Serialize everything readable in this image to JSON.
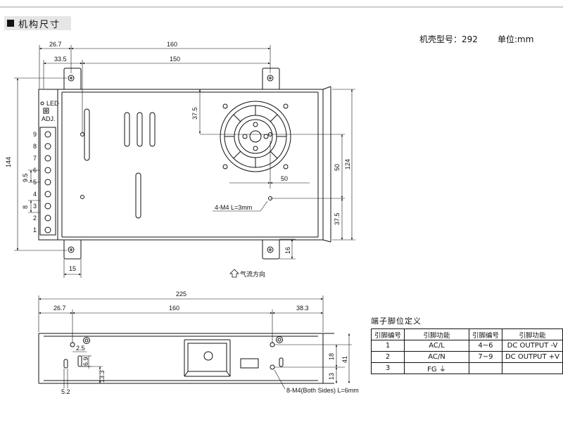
{
  "header": {
    "title": "机构尺寸",
    "model_label": "机壳型号：292",
    "unit_label": "单位:mm"
  },
  "top_view": {
    "dims": {
      "d_26_7": "26.7",
      "d_160": "160",
      "d_33_5": "33.5",
      "d_150": "150",
      "d_144": "144",
      "d_37_5_a": "37.5",
      "d_50_h": "50",
      "d_50_v": "50",
      "d_124": "124",
      "d_37_5_b": "37.5",
      "d_16": "16",
      "d_15": "15",
      "d_9_5": "9.5",
      "d_8": "8"
    },
    "led_label": "LED",
    "adj_label": "ADJ.",
    "terminals": [
      "9",
      "8",
      "7",
      "6",
      "5",
      "4",
      "3",
      "2",
      "1"
    ],
    "screw_note": "4-M4  L=3mm",
    "airflow_label": "气流方向"
  },
  "side_view": {
    "dims": {
      "d_225": "225",
      "d_26_7": "26.7",
      "d_160": "160",
      "d_38_3": "38.3",
      "d_2_5": "2.5",
      "d_6_9": "6.9",
      "d_13_3": "13.3",
      "d_5_2": "5.2",
      "d_18": "18",
      "d_13": "13",
      "d_41": "41"
    },
    "screw_note": "8-M4(Both Sides) L=6mm"
  },
  "pin_table": {
    "title": "端子脚位定义",
    "headers": [
      "引脚编号",
      "引脚功能",
      "引脚编号",
      "引脚功能"
    ],
    "rows": [
      [
        "1",
        "AC/L",
        "4~6",
        "DC OUTPUT -V"
      ],
      [
        "2",
        "AC/N",
        "7~9",
        "DC OUTPUT +V"
      ],
      [
        "3",
        "FG ⏚",
        "",
        ""
      ]
    ]
  }
}
